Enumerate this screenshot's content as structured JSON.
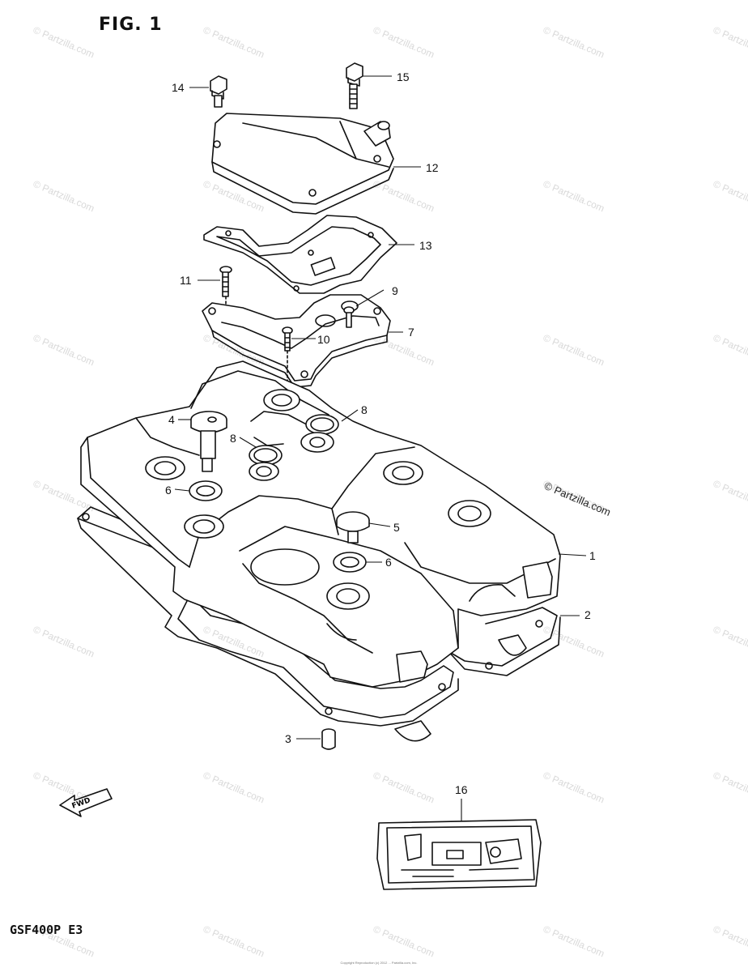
{
  "figure": {
    "title": "FIG. 1",
    "model_code": "GSF400P  E3",
    "brand_mark": "© Partzilla.com",
    "watermark": "© Partzilla.com",
    "copyright": "Copyright\nReproduction (c) 2012 ... Partzilla.com, Inc.",
    "fwd_marker": "FWD"
  },
  "callouts": [
    {
      "id": "1",
      "label": "1"
    },
    {
      "id": "2",
      "label": "2"
    },
    {
      "id": "3",
      "label": "3"
    },
    {
      "id": "4",
      "label": "4"
    },
    {
      "id": "5",
      "label": "5"
    },
    {
      "id": "6a",
      "label": "6"
    },
    {
      "id": "6b",
      "label": "6"
    },
    {
      "id": "7",
      "label": "7"
    },
    {
      "id": "8a",
      "label": "8"
    },
    {
      "id": "8b",
      "label": "8"
    },
    {
      "id": "9",
      "label": "9"
    },
    {
      "id": "10",
      "label": "10"
    },
    {
      "id": "11",
      "label": "11"
    },
    {
      "id": "12",
      "label": "12"
    },
    {
      "id": "13",
      "label": "13"
    },
    {
      "id": "14",
      "label": "14"
    },
    {
      "id": "15",
      "label": "15"
    },
    {
      "id": "16",
      "label": "16"
    }
  ]
}
